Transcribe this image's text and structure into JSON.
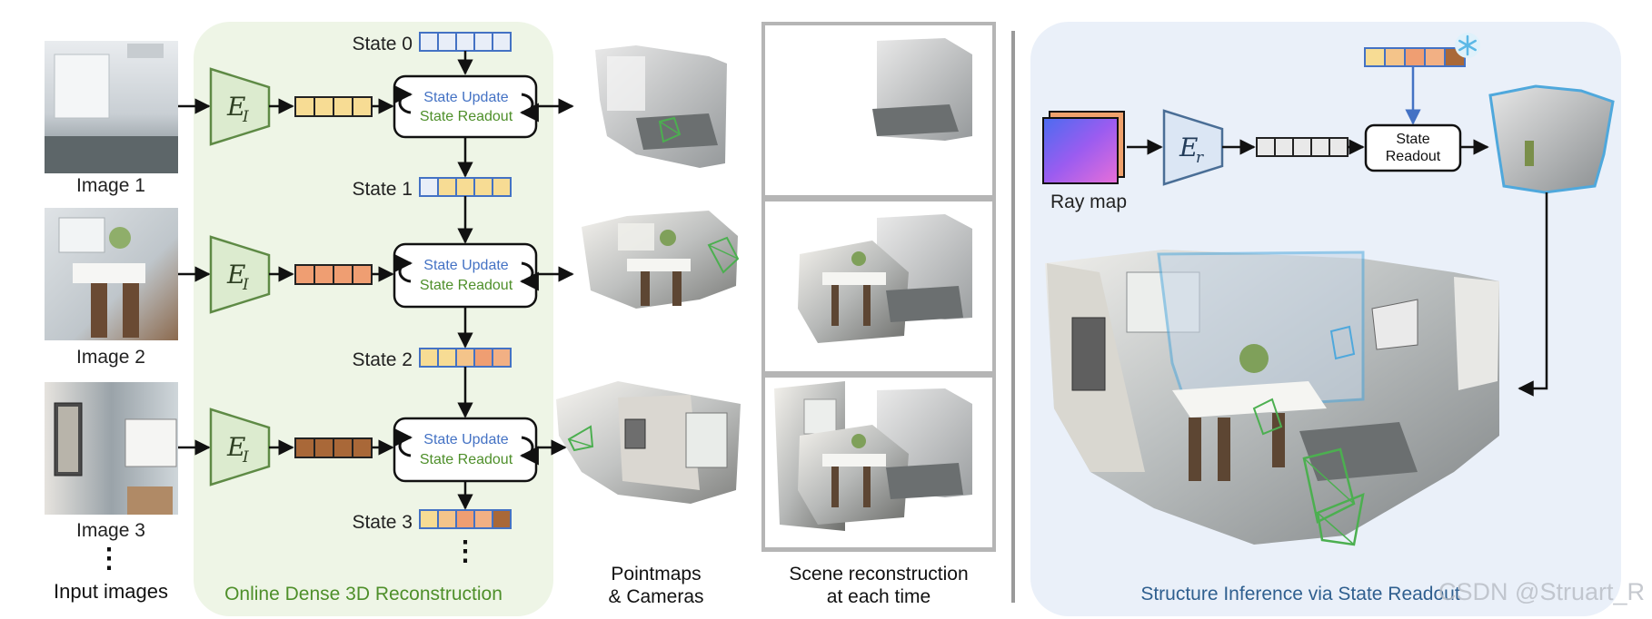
{
  "images": {
    "image1": "Image 1",
    "image2": "Image 2",
    "image3": "Image 3",
    "ellipsis": "⋮",
    "caption": "Input images"
  },
  "online": {
    "caption": "Online Dense 3D Reconstruction",
    "encoder_main": "E",
    "encoder_sub": "I",
    "states": [
      "State 0",
      "State 1",
      "State 2",
      "State 3"
    ],
    "update": "State Update",
    "readout": "State Readout",
    "ellipsis": "⋮"
  },
  "pointmaps": {
    "line1": "Pointmaps",
    "line2": "& Cameras"
  },
  "scene": {
    "line1": "Scene reconstruction",
    "line2": "at each time"
  },
  "structure": {
    "caption": "Structure Inference via State Readout",
    "raymap": "Ray map",
    "encoder_main": "E",
    "encoder_sub": "r",
    "readout_line1": "State",
    "readout_line2": "Readout"
  },
  "watermark": "CSDN @Struart_R",
  "icons": {
    "snowflake": "snowflake-icon",
    "update_loop": "circular-arrow-icon",
    "camera": "camera-frustum-icon"
  },
  "colors": {
    "green_panel": "#eef5e6",
    "blue_panel": "#eaf0f9",
    "encoder_fill": "#dcebcf",
    "encoder_stroke": "#5e8a45",
    "state_blue": "#4472c4",
    "readout_green": "#4e8f2a",
    "token_yellow": "#f7dc94",
    "token_orange": "#ef9e72",
    "token_brown": "#a96838"
  }
}
